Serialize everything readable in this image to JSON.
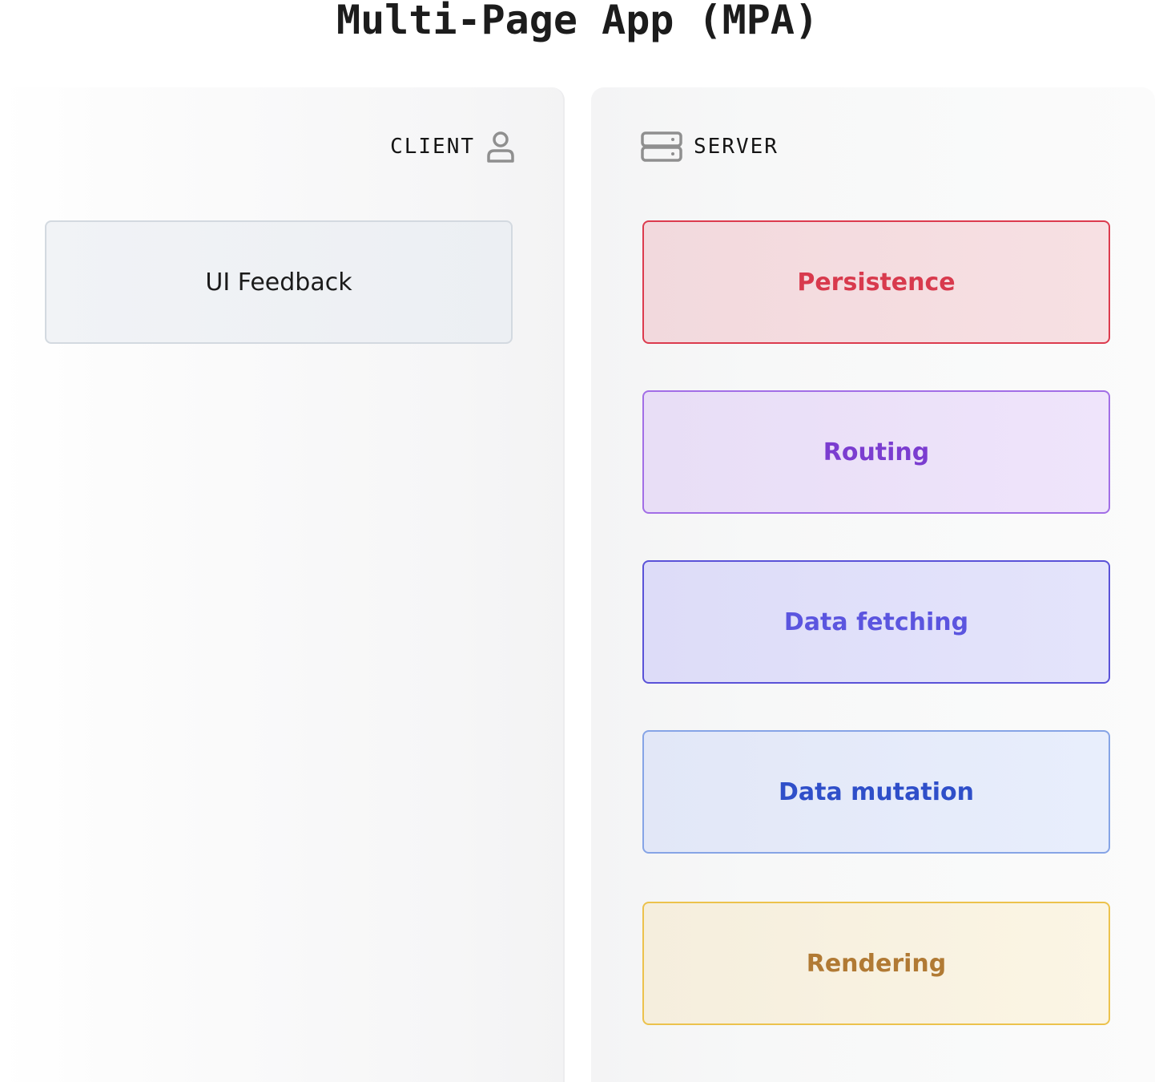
{
  "title": "Multi-Page App (MPA)",
  "client": {
    "label": "CLIENT",
    "icon": "user-icon",
    "boxes": [
      {
        "label": "UI Feedback"
      }
    ]
  },
  "server": {
    "label": "SERVER",
    "icon": "server-icon",
    "boxes": [
      {
        "label": "Persistence",
        "color": "#d83a4d"
      },
      {
        "label": "Routing",
        "color": "#7b3dd0"
      },
      {
        "label": "Data fetching",
        "color": "#5b55df"
      },
      {
        "label": "Data mutation",
        "color": "#2f4fc9"
      },
      {
        "label": "Rendering",
        "color": "#b17a34"
      }
    ]
  }
}
